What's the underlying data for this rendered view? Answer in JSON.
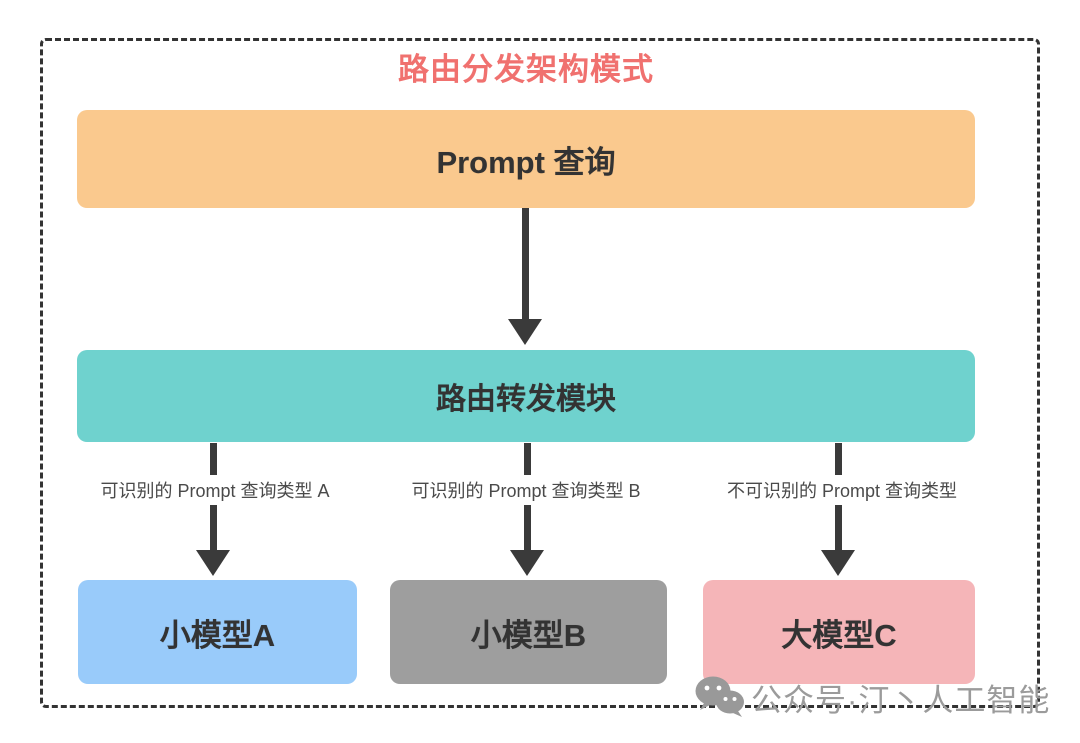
{
  "diagram": {
    "title": "路由分发架构模式",
    "colors": {
      "title": "#F0716F",
      "frame_border": "#333333",
      "arrow": "#3A3A3A",
      "top_box": "#FAC98E",
      "router_box": "#6FD2CE",
      "model_a_box": "#99CBFA",
      "model_b_box": "#9E9E9E",
      "model_c_box": "#F5B5B8",
      "watermark": "#9B9B9B"
    },
    "top_box": {
      "label": "Prompt 查询"
    },
    "router_box": {
      "label": "路由转发模块"
    },
    "branches": [
      {
        "label": "可识别的 Prompt 查询类型 A",
        "target": "小模型A"
      },
      {
        "label": "可识别的 Prompt 查询类型 B",
        "target": "小模型B"
      },
      {
        "label": "不可识别的 Prompt 查询类型",
        "target": "大模型C"
      }
    ],
    "watermark": {
      "icon": "wechat-icon",
      "text": "公众号·汀丶人工智能"
    }
  }
}
